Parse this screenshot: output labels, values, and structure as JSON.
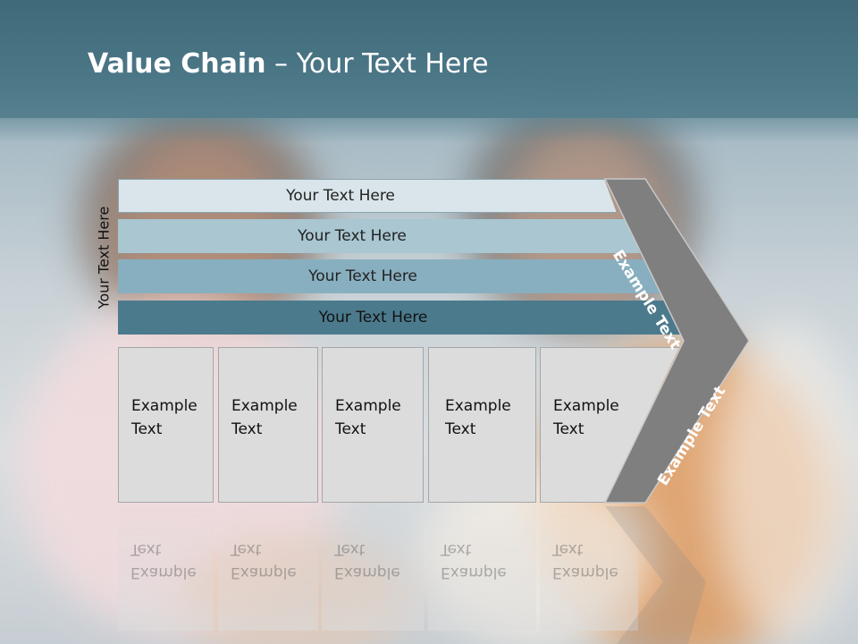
{
  "slide": {
    "title_bold": "Value Chain",
    "title_rest": " – Your Text Here",
    "side_label": "Your Text Here"
  },
  "bars": [
    {
      "label": "Your Text Here"
    },
    {
      "label": "Your Text Here"
    },
    {
      "label": "Your Text Here"
    },
    {
      "label": "Your Text Here"
    }
  ],
  "boxes": [
    {
      "line1": "Example",
      "line2": "Text"
    },
    {
      "line1": "Example",
      "line2": "Text"
    },
    {
      "line1": "Example",
      "line2": "Text"
    },
    {
      "line1": "Example",
      "line2": "Text"
    },
    {
      "line1": "Example",
      "line2": "Text"
    }
  ],
  "chevron": {
    "upper_label": "Example Text",
    "lower_label": "Example Text",
    "color": "#7f7f7f"
  },
  "colors": {
    "header": "#4a7686",
    "bar1": "#d9e5ea",
    "bar2": "#a9c6d1",
    "bar3": "#88afbf",
    "bar4": "#4c7a8d",
    "box": "#dcdcdc"
  }
}
